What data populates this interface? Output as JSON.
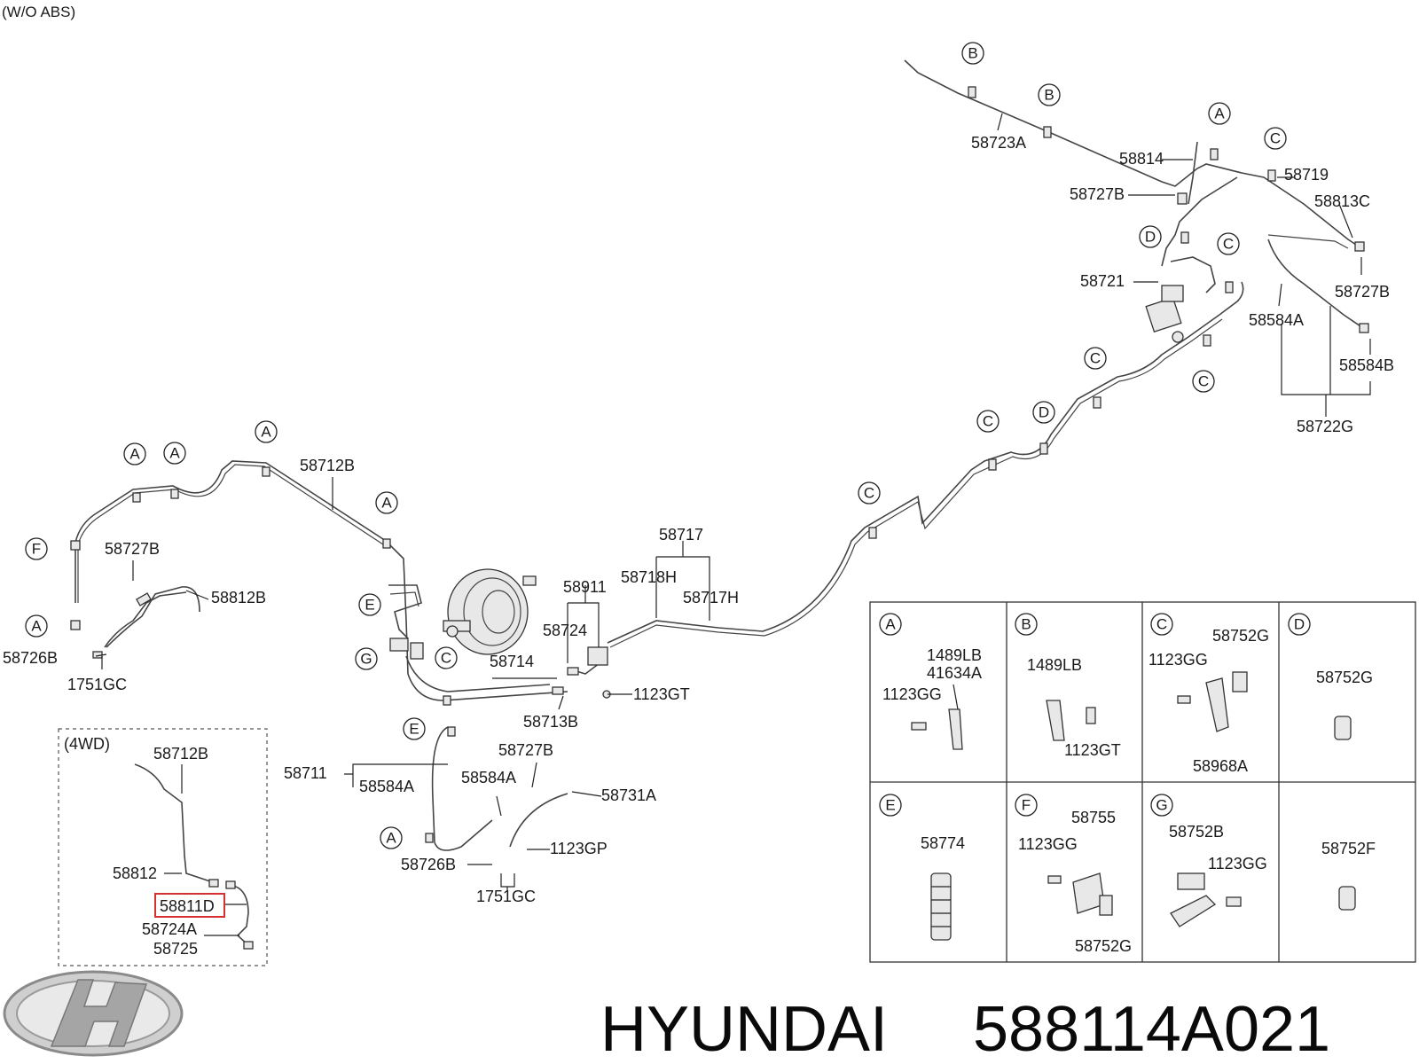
{
  "header": {
    "variant_note": "(W/O ABS)"
  },
  "inset": {
    "title": "(4WD)"
  },
  "brand": {
    "name": "HYUNDAI",
    "part_number": "588114A021"
  },
  "parts": {
    "p58723A": "58723A",
    "p58814": "58814",
    "p58727B_1": "58727B",
    "p58719": "58719",
    "p58813C": "58813C",
    "p58721": "58721",
    "p58727B_2": "58727B",
    "p58584A_1": "58584A",
    "p58584B": "58584B",
    "p58722G": "58722G",
    "p58712B": "58712B",
    "p58727B_3": "58727B",
    "p58812B": "58812B",
    "p58726B_1": "58726B",
    "p1751GC_1": "1751GC",
    "p58717": "58717",
    "p58718H": "58718H",
    "p58717H": "58717H",
    "p58911": "58911",
    "p58724": "58724",
    "p58714": "58714",
    "p1123GT_1": "1123GT",
    "p58713B": "58713B",
    "p58711": "58711",
    "p58584A_2": "58584A",
    "p58727B_4": "58727B",
    "p58584A_3": "58584A",
    "p58731A": "58731A",
    "p58726B_2": "58726B",
    "p1123GP": "1123GP",
    "p1751GC_2": "1751GC",
    "i58712B": "58712B",
    "i58812": "58812",
    "i58811D": "58811D",
    "i58724A": "58724A",
    "i58725": "58725"
  },
  "callouts": [
    "A",
    "B",
    "C",
    "D",
    "E",
    "F",
    "G"
  ],
  "table": {
    "cells": [
      {
        "key": "A",
        "labels": [
          "1489LB",
          "41634A",
          "1123GG"
        ]
      },
      {
        "key": "B",
        "labels": [
          "1489LB",
          "1123GT"
        ]
      },
      {
        "key": "C",
        "labels": [
          "1123GG",
          "58752G",
          "58968A"
        ]
      },
      {
        "key": "D",
        "labels": [
          "58752G"
        ]
      },
      {
        "key": "E",
        "labels": [
          "58774"
        ]
      },
      {
        "key": "F",
        "labels": [
          "58755",
          "1123GG",
          "58752G"
        ]
      },
      {
        "key": "G",
        "labels": [
          "58752B",
          "1123GG"
        ]
      },
      {
        "key": "",
        "labels": [
          "58752F"
        ]
      }
    ]
  },
  "colors": {
    "highlight_box": "#d63030",
    "line": "#444444"
  }
}
